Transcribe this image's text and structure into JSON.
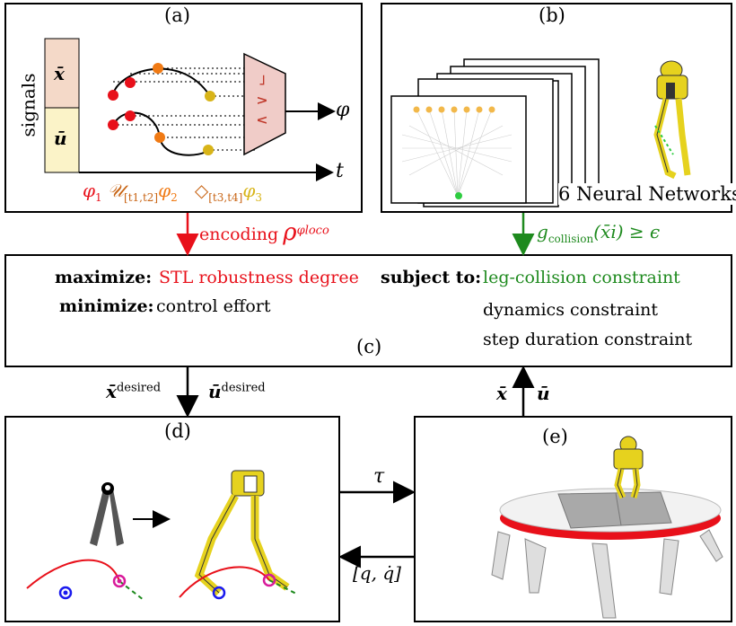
{
  "panels": {
    "a": {
      "label": "(a)",
      "signals_label": "signals",
      "x_symbol": "x̄",
      "u_symbol": "ū",
      "phi_out": "φ",
      "t_axis": "t",
      "formula": {
        "phi1": "φ",
        "phi1_sub": "1",
        "until": "𝒰",
        "until_sub": "[t1,t2]",
        "phi2": "φ",
        "phi2_sub": "2",
        "eventually": "◇",
        "eventually_sub": "[t3,t4]",
        "phi3": "φ",
        "phi3_sub": "3"
      },
      "gate_symbols": "¬ ∧ ∨"
    },
    "b": {
      "label": "(b)",
      "networks_label": "6 Neural Networks"
    },
    "c": {
      "label": "(c)",
      "maximize_key": "maximize:",
      "maximize_val": "STL robustness degree",
      "minimize_key": "minimize:",
      "minimize_val": "control effort",
      "subject_key": "subject to:",
      "constraints": [
        "leg-collision constraint",
        "dynamics constraint",
        "step duration constraint"
      ]
    },
    "d": {
      "label": "(d)"
    },
    "e": {
      "label": "(e)"
    }
  },
  "arrows": {
    "encoding_text": "encoding",
    "rho": "ρ",
    "rho_sup": "φloco",
    "gcollision": "g",
    "gcollision_sub": "collision",
    "gcollision_rest": "(x̄i) ≥ ϵ",
    "x_desired": "x̄",
    "x_desired_sup": "desired",
    "u_desired": "ū",
    "u_desired_sup": "desired",
    "x_feedback": "x̄",
    "u_feedback": "ū",
    "tau": "τ",
    "q_qdot": "[q, q̇]"
  },
  "colors": {
    "red": "#e8101a",
    "green": "#1e8a1e",
    "orange": "#c86414",
    "yellow": "#d8c020",
    "signal_x": "#f4d9c8",
    "signal_u": "#fbf3c8",
    "gate": "#f0ccc8"
  }
}
